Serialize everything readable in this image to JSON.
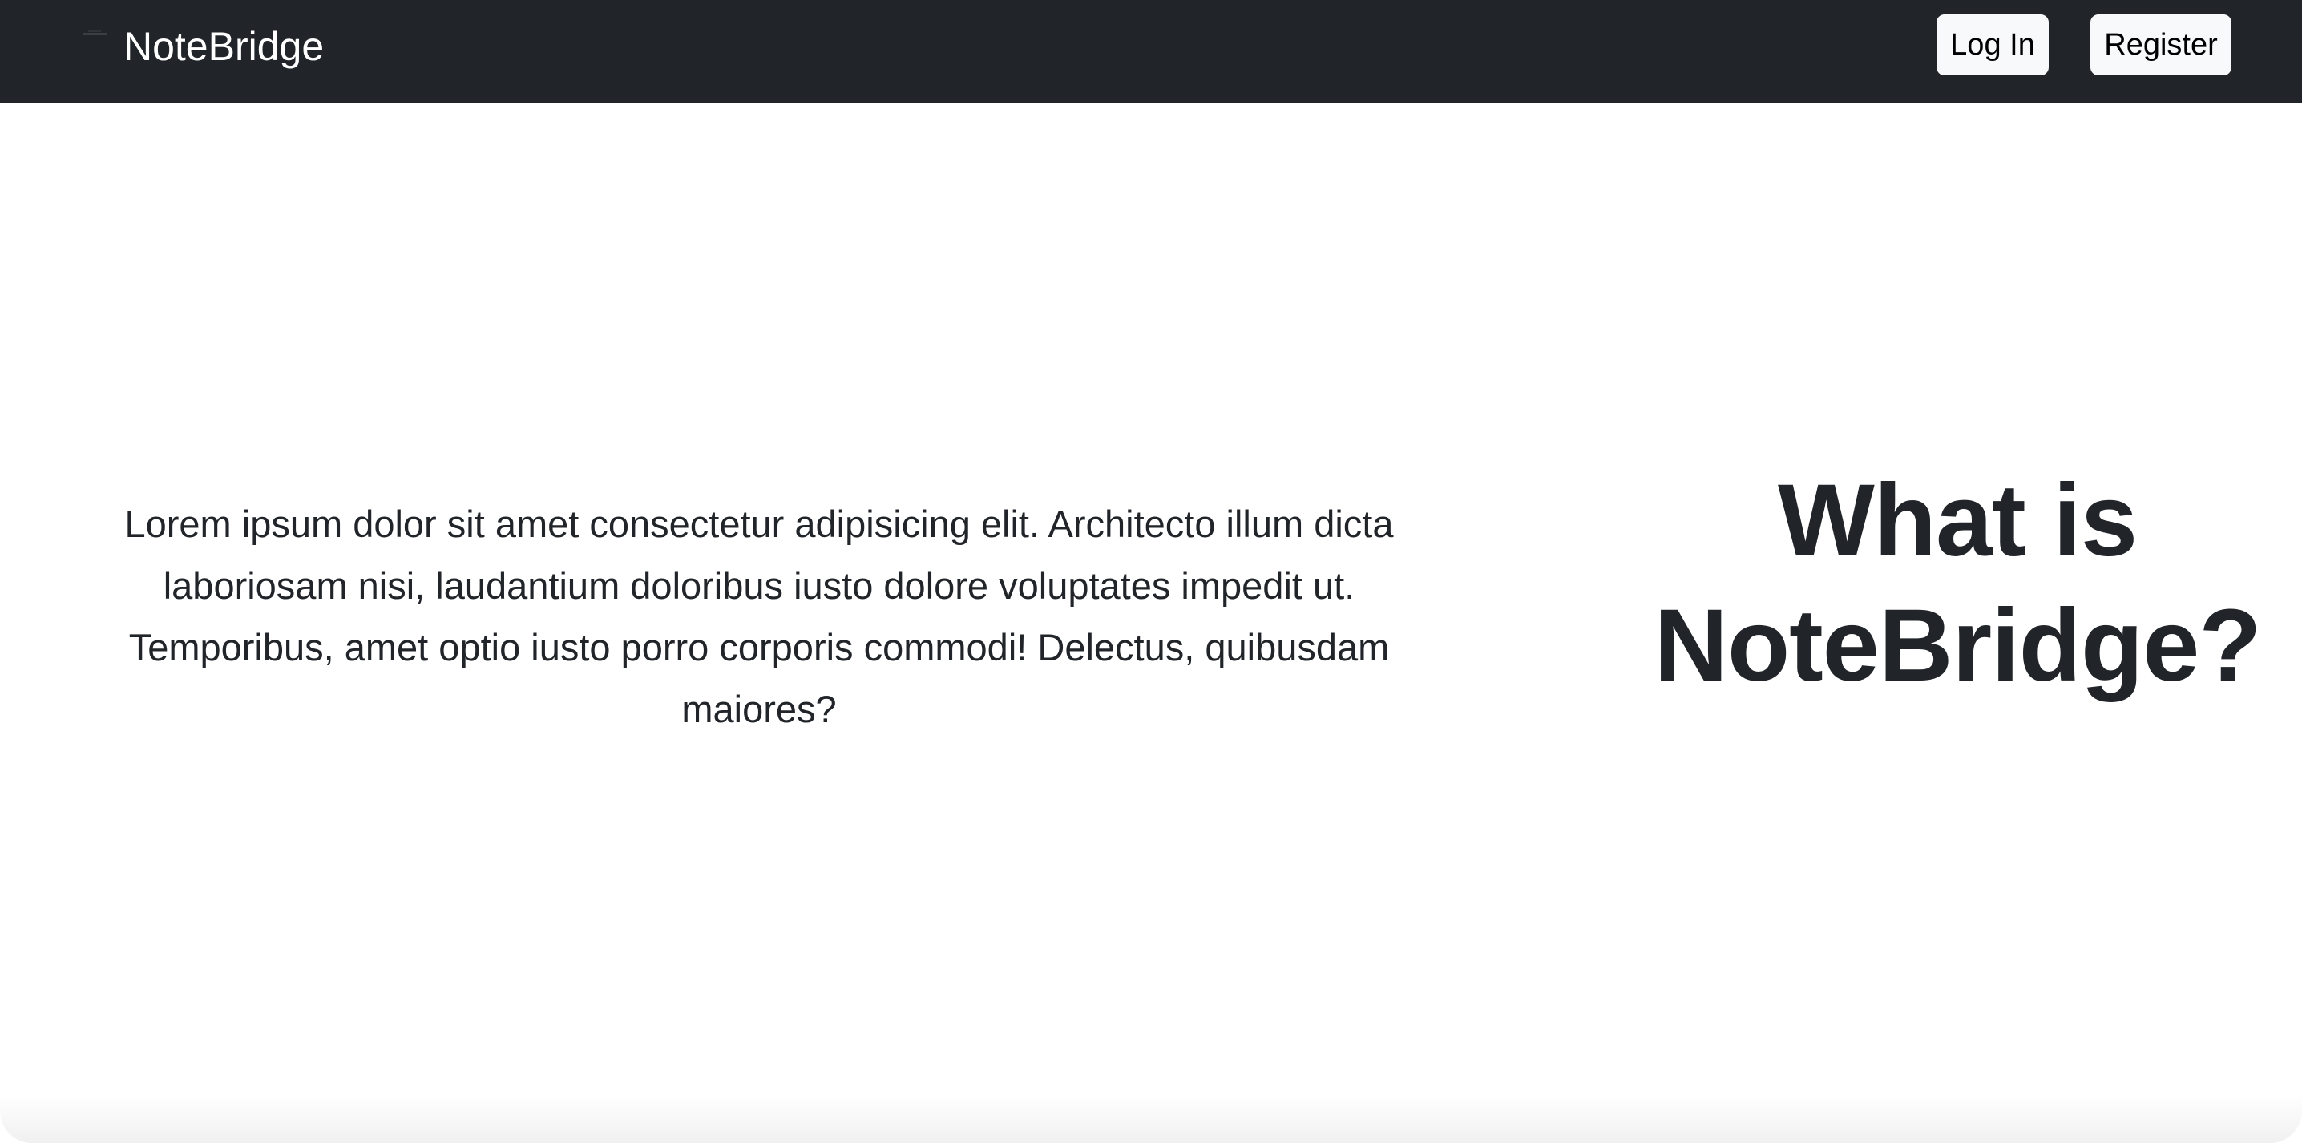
{
  "navbar": {
    "brand": {
      "logo_icon": "notebridge-logo-icon",
      "name": "NoteBridge"
    },
    "login_label": "Log In",
    "register_label": "Register",
    "background_color": "#212529",
    "button_color": "#f8f9fa"
  },
  "hero": {
    "description": "Lorem ipsum dolor sit amet consectetur adipisicing elit. Architecto illum dicta laboriosam nisi, laudantium doloribus iusto dolore voluptates impedit ut. Temporibus, amet optio iusto porro corporis commodi! Delectus, quibusdam maiores?",
    "title": "What is NoteBridge?"
  }
}
